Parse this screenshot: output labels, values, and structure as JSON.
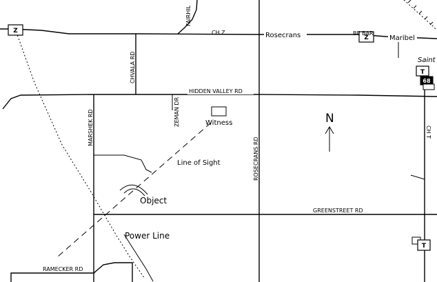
{
  "roads": {
    "ch_z": "CH Z",
    "rosecrans_top": "Rosecrans",
    "maribel": "Maribel",
    "saint": "Saint",
    "hidden_valley": "HIDDEN VALLEY RD",
    "chvala": "CHVALA RD",
    "fairhill": "FAIRHIL",
    "zeman": "ZEMAN DR",
    "marshek": "MARSHEK RD",
    "rosecrans_rd": "ROSECRANS RD",
    "greenstreet": "GREENSTREET RD",
    "ramecker": "RAMECKER RD",
    "ch_t": "CH T",
    "be_bar": "BE BAR"
  },
  "shields": {
    "z_west": "Z",
    "z_east": "Z",
    "t_north": "T",
    "hwy_68": "68",
    "t_south": "T"
  },
  "features": {
    "witness": "Witness",
    "line_of_sight": "Line of Sight",
    "object": "Object",
    "power_line": "Power Line"
  },
  "north": "N"
}
